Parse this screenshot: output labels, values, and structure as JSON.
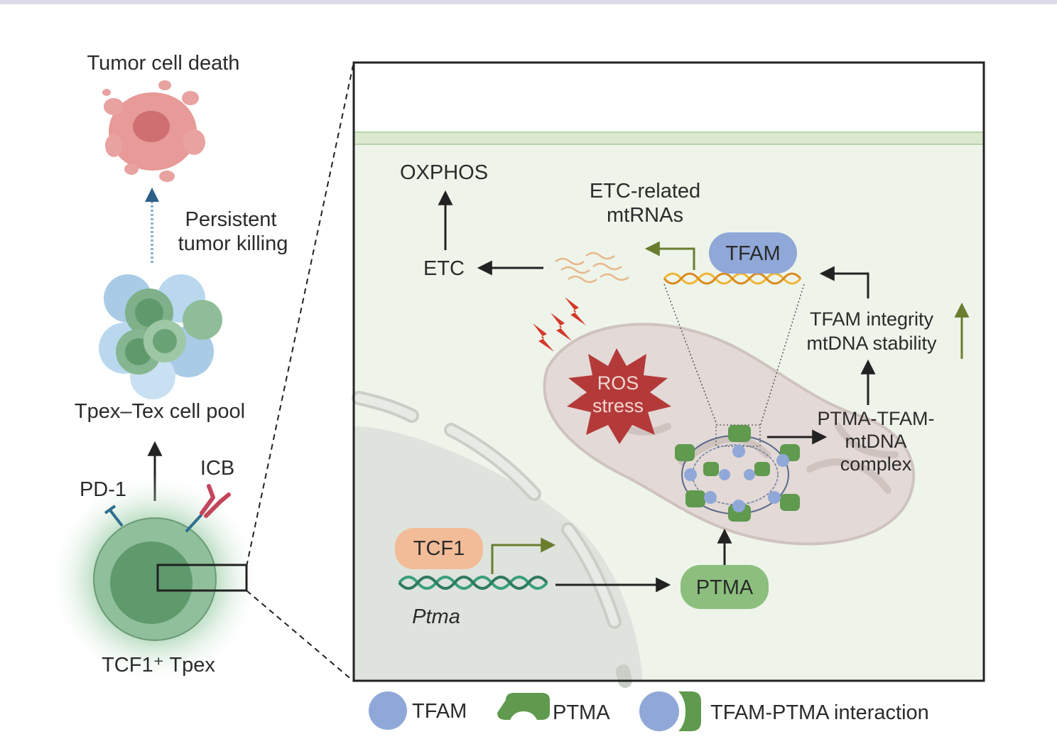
{
  "left_panel": {
    "tumor_death": "Tumor cell death",
    "killing_line1": "Persistent",
    "killing_line2": "tumor killing",
    "pool": "Tpex–Tex cell pool",
    "pd1": "PD-1",
    "icb": "ICB",
    "tpex": "TCF1⁺ Tpex"
  },
  "inset": {
    "oxphos": "OXPHOS",
    "etc": "ETC",
    "etc_rna_line1": "ETC-related",
    "etc_rna_line2": "mtRNAs",
    "tfam_top": "TFAM",
    "ros_line1": "ROS",
    "ros_line2": "stress",
    "integrity_line1": "TFAM integrity",
    "integrity_line2": "mtDNA stability",
    "complex_line1": "PTMA-TFAM-",
    "complex_line2": "mtDNA",
    "complex_line3": "complex",
    "tcf1": "TCF1",
    "gene": "Ptma",
    "ptma": "PTMA"
  },
  "legend": {
    "tfam": "TFAM",
    "ptma": "PTMA",
    "interaction": "TFAM-PTMA interaction"
  },
  "colors": {
    "tfam": "#8fa8d8",
    "ptma": "#5f9a4e",
    "ros": "#b43a3a",
    "tcf1": "#f2bc98",
    "cell_green": "#6fa37c",
    "inset_bg": "#eef4ea",
    "arrow_green": "#6a7d2e",
    "tumor": "#e39090"
  }
}
